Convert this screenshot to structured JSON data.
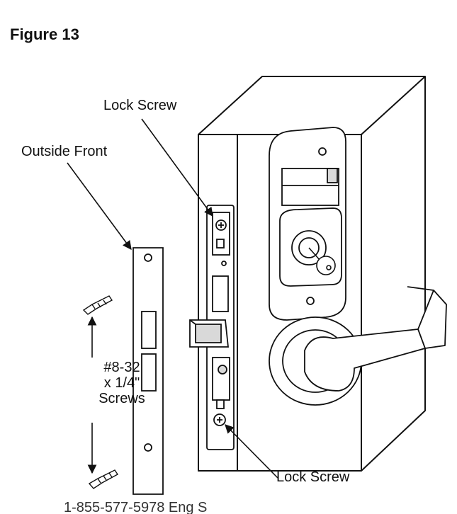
{
  "figure": {
    "title": "Figure 13",
    "labels": {
      "lock_screw_top": "Lock Screw",
      "outside_front": "Outside Front",
      "lock_screw_bottom": "Lock Screw",
      "screws_line1": "#8-32",
      "screws_line2": "x 1/4\"",
      "screws_line3": "Screws"
    },
    "footer_text": "1-855-577-5978 Eng S"
  },
  "colors": {
    "line": "#111111",
    "fill": "#ffffff",
    "shade": "#d9d9d9"
  },
  "icons": [
    "screw-icon",
    "lever-handle-icon",
    "key-icon",
    "strike-plate-icon",
    "door-icon"
  ]
}
